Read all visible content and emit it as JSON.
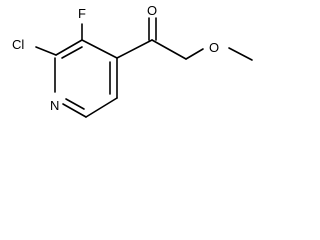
{
  "molecule": {
    "atoms": {
      "chlorine": "Cl",
      "fluorine": "F",
      "nitrogen": "N",
      "carbonyl_oxygen": "O",
      "ether_oxygen": "O"
    },
    "colors": {
      "bond": "#000000",
      "label": "#000000",
      "background": "#ffffff"
    }
  }
}
